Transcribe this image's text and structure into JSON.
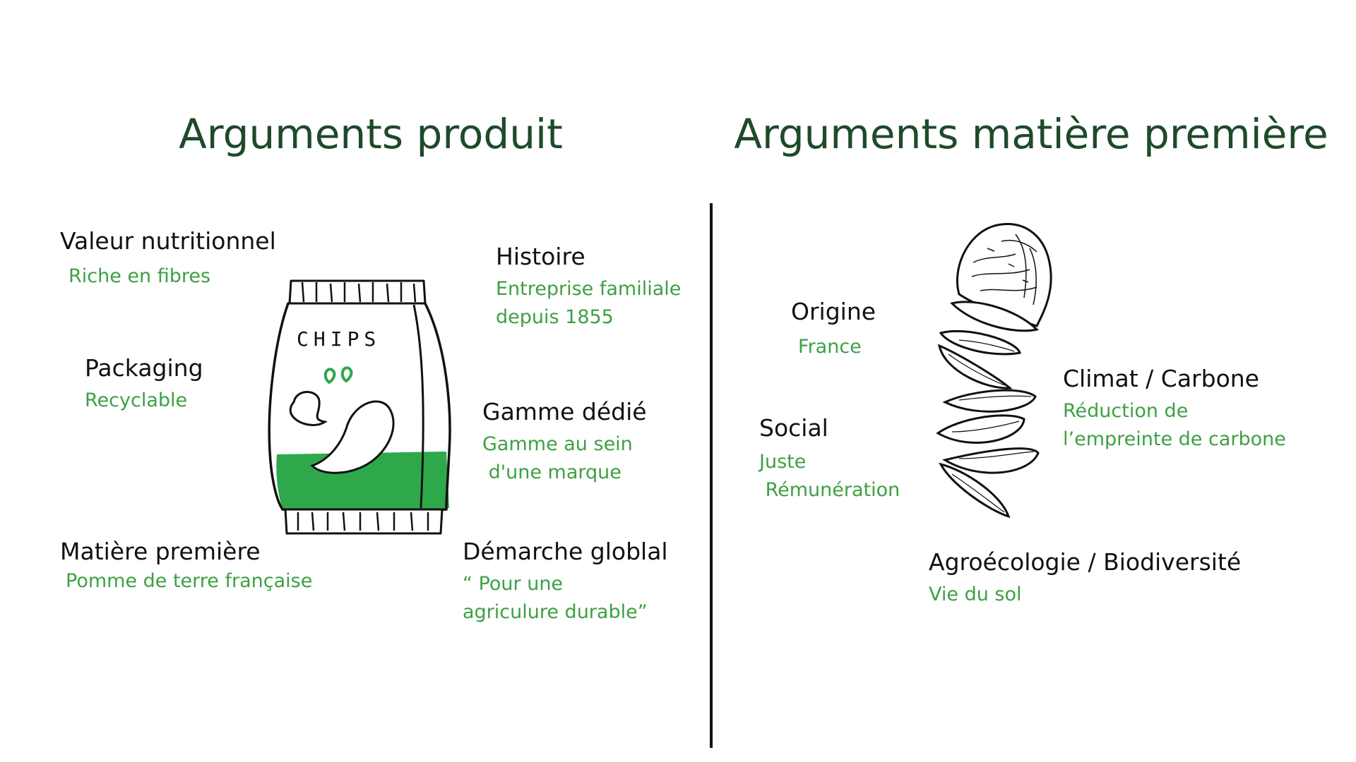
{
  "left": {
    "title": "Arguments produit",
    "bag_label": "CHIPS",
    "arguments": [
      {
        "title": "Valeur nutritionnel",
        "detail_lines": [
          "Riche en fibres"
        ]
      },
      {
        "title": "Packaging",
        "detail_lines": [
          "Recyclable"
        ]
      },
      {
        "title": "Matière première",
        "detail_lines": [
          "Pomme de terre française"
        ]
      },
      {
        "title": "Histoire",
        "detail_lines": [
          "Entreprise familiale",
          "depuis 1855"
        ]
      },
      {
        "title": "Gamme dédié",
        "detail_lines": [
          "Gamme au sein",
          " d'une marque"
        ]
      },
      {
        "title": "Démarche globlal",
        "detail_lines": [
          "“ Pour une",
          "agriculure durable”"
        ]
      }
    ]
  },
  "right": {
    "title": "Arguments matière première",
    "arguments": [
      {
        "title": "Origine",
        "detail_lines": [
          "France"
        ]
      },
      {
        "title": "Social",
        "detail_lines": [
          "Juste",
          " Rémunération"
        ]
      },
      {
        "title": "Climat / Carbone",
        "detail_lines": [
          "Réduction de",
          "l’empreinte de carbone"
        ]
      },
      {
        "title": "Agroécologie / Biodiversité",
        "detail_lines": [
          "Vie du sol"
        ]
      }
    ]
  },
  "colors": {
    "title": "#1e4a2a",
    "accent_green": "#3ea043",
    "text": "#111111",
    "bag_green": "#2ea84a"
  },
  "icons": {
    "bag": "chips-bag-icon",
    "potato": "potato-slices-icon"
  }
}
